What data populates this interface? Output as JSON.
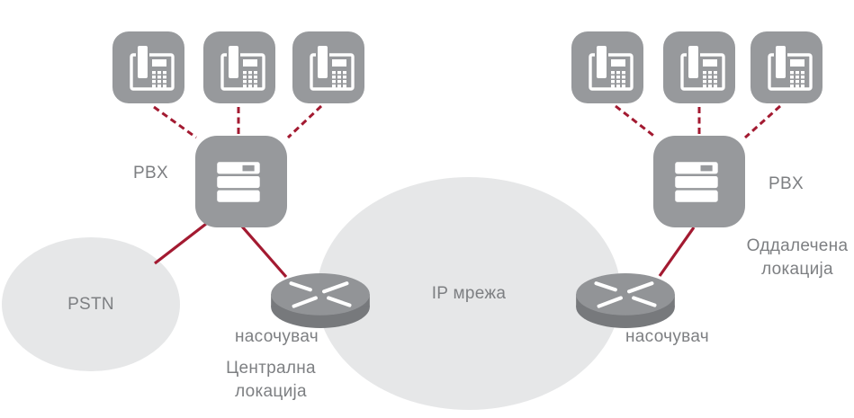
{
  "colors": {
    "node_gray": "#97999c",
    "router_top_gray": "#929497",
    "router_side_gray": "#77797c",
    "cloud_gray": "#e6e7e8",
    "label_gray": "#7d7f82",
    "link_red": "#a31a31"
  },
  "icons": {
    "phone": "desk-phone-icon",
    "pbx": "pbx-server-icon",
    "router": "router-arrows-icon"
  },
  "central_site": {
    "pbx_label": "PBX",
    "pstn_label": "PSTN",
    "router_label": "насочувач",
    "site_name_line1": "Централна",
    "site_name_line2": "локација"
  },
  "ip_network": {
    "label": "IP мрежа"
  },
  "remote_site": {
    "pbx_label": "PBX",
    "router_label": "насочувач",
    "site_name_line1": "Оддалечена",
    "site_name_line2": "локација"
  }
}
